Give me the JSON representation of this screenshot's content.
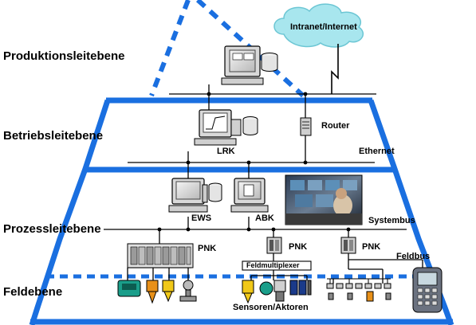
{
  "levels": {
    "produktion": "Produktionsleitebene",
    "betrieb": "Betriebsleitebene",
    "prozess": "Prozessleitebene",
    "feld": "Feldebene"
  },
  "labels": {
    "cloud": "Intranet/Internet",
    "router": "Router",
    "lrk": "LRK",
    "ethernet": "Ethernet",
    "ews": "EWS",
    "abk": "ABK",
    "systembus": "Systembus",
    "pnk1": "PNK",
    "pnk2": "PNK",
    "pnk3": "PNK",
    "feldmultiplexer": "Feldmultiplexer",
    "feldbus": "Feldbus",
    "sensoren": "Sensoren/Aktoren"
  },
  "colors": {
    "pyramid": "#1a6fe0",
    "cloud": "#a8e6ee",
    "line": "#000000"
  }
}
